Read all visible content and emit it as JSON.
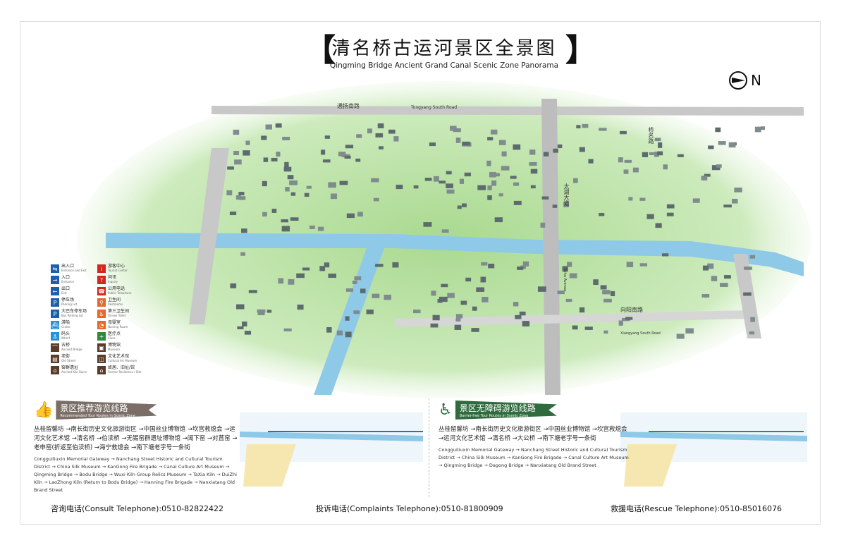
{
  "title": {
    "zh": "清名桥古运河景区全景图",
    "en": "Qingming Bridge Ancient Grand Canal Scenic Zone Panorama"
  },
  "compass": {
    "label": "N",
    "icon": "north-arrow-icon"
  },
  "roads": {
    "tongyang_zh": "通扬南路",
    "tongyang_en": "Tongyang South Road",
    "xiangyang_zh": "向阳南路",
    "xiangyang_en": "Xiangyang South Road",
    "taihu_zh": "太湖大道",
    "taihu_en": "Taihu Avenue",
    "qiaoming_zh": "桥名路"
  },
  "colors": {
    "canal": "#8ec9e8",
    "green": "#bfe3a8",
    "road": "#bdbdbd",
    "brand_brown": "#7a6e66",
    "brand_green": "#2f6b3e",
    "blue": "#1f5fa8",
    "red": "#d3261d",
    "orange": "#e26a2c"
  },
  "legend": [
    {
      "zh": "出入口",
      "en": "Entrance and Exit",
      "icon": "entrance-exit-icon",
      "color": "#1f5fa8"
    },
    {
      "zh": "游客中心",
      "en": "Tourist Center",
      "icon": "info-icon",
      "color": "#d3261d"
    },
    {
      "zh": "入口",
      "en": "Entrance",
      "icon": "entrance-icon",
      "color": "#1f5fa8"
    },
    {
      "zh": "问讯",
      "en": "Inquiry",
      "icon": "question-icon",
      "color": "#d3261d"
    },
    {
      "zh": "出口",
      "en": "Exit",
      "icon": "exit-icon",
      "color": "#1f5fa8"
    },
    {
      "zh": "公用电话",
      "en": "Public Telephone",
      "icon": "phone-icon",
      "color": "#d3261d"
    },
    {
      "zh": "停车场",
      "en": "Parking Lot",
      "icon": "parking-icon",
      "color": "#1f5fa8"
    },
    {
      "zh": "卫生间",
      "en": "Restrooms",
      "icon": "restroom-icon",
      "color": "#e26a2c"
    },
    {
      "zh": "大巴车停车场",
      "en": "Bus Parking Lot",
      "icon": "bus-parking-icon",
      "color": "#1f5fa8"
    },
    {
      "zh": "第三卫生间",
      "en": "Unisex Toilet",
      "icon": "family-restroom-icon",
      "color": "#e26a2c"
    },
    {
      "zh": "游船",
      "en": "Cruise",
      "icon": "boat-icon",
      "color": "#2b8fd6"
    },
    {
      "zh": "母婴室",
      "en": "Nursing Room",
      "icon": "nursing-room-icon",
      "color": "#e26a2c"
    },
    {
      "zh": "码头",
      "en": "Wharf",
      "icon": "anchor-icon",
      "color": "#2b8fd6"
    },
    {
      "zh": "医疗点",
      "en": "Clinic",
      "icon": "first-aid-icon",
      "color": "#2e8b3a"
    },
    {
      "zh": "古桥",
      "en": "Ancient Bridge",
      "icon": "bridge-icon",
      "color": "#5a3b2a"
    },
    {
      "zh": "博物馆",
      "en": "Museum",
      "icon": "museum-icon",
      "color": "#5a3b2a"
    },
    {
      "zh": "老街",
      "en": "Old Street",
      "icon": "old-street-icon",
      "color": "#5a3b2a"
    },
    {
      "zh": "文化艺术馆",
      "en": "Cultural Art Museum",
      "icon": "art-museum-icon",
      "color": "#5a3b2a"
    },
    {
      "zh": "窑群遗址",
      "en": "Ancient Kiln Ruins",
      "icon": "kiln-icon",
      "color": "#5a3b2a"
    },
    {
      "zh": "故居、旧址/馆",
      "en": "Former Residence / Site",
      "icon": "residence-icon",
      "color": "#5a3b2a"
    }
  ],
  "route1": {
    "title_zh": "景区推荐游览线路",
    "title_en": "Recommended Tour Routes in Scenic Zone",
    "icon": "thumbs-up-icon",
    "zh": "丛桂留馨坊 →南长街历史文化旅游街区 →中国丝业博物馆 →坎宫救熄会 →运河文化艺术馆 →清名桥 →伯渎桥 →无锡窑群遗址博物馆 →阔下窑 →对苴窑 →老申窑(折返至伯渎桥) →海宁救熄会 →南下塘老字号一条街",
    "en": "Congguiliuxin Memorial Gateway → Nanchang Street Historic and Cultural Tourism District → China Silk Museum → KanGong Fire Brigade → Canal Culture Art Museum → Qingming Bridge → Bodu Bridge → Wuxi Kiln Group Relics Museum → TaXia Kiln → DuiZhi Kiln → LaoZhong Kiln (Return to Bodu Bridge) → Hanning Fire Brigade → Nanxiatang Old Brand Street"
  },
  "route2": {
    "title_zh": "景区无障碍游览线路",
    "title_en": "Barrier-free Tour Routes in Scenic Zone",
    "icon": "wheelchair-icon",
    "zh": "丛桂留馨坊 →南长街历史文化旅游街区 →中国丝业博物馆 →坎宫救熄会 →运河文化艺术馆 →清名桥 →大公桥 →南下塘老字号一条街",
    "en": "Congguiliuxin Memorial Gateway → Nanchang Street Historic and Cultural Tourism District → China Silk Museum → KanGong Fire Brigade → Canal Culture Art Museum → Qingming Bridge → Dagong Bridge → Nanxiatang Old Brand Street"
  },
  "footer": {
    "consult": "咨询电话(Consult Telephone):0510-82822422",
    "complaints": "投诉电话(Complaints Telephone):0510-81800909",
    "rescue": "救援电话(Rescue Telephone):0510-85016076"
  }
}
